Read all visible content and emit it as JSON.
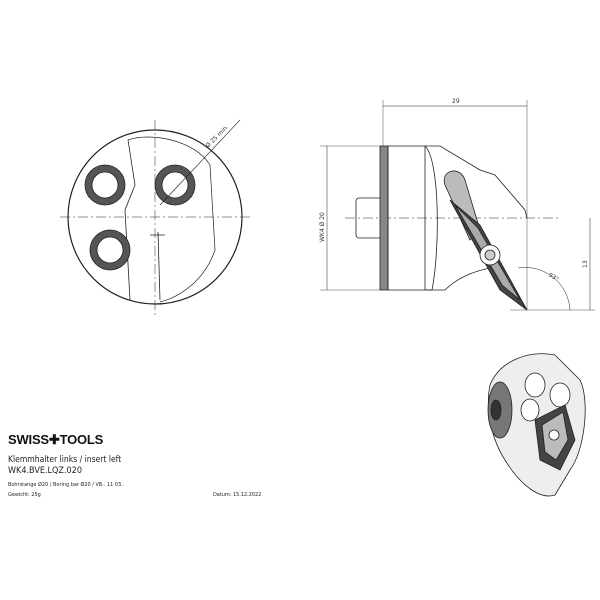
{
  "title_block": {
    "logo": "SWISS✚TOOLS",
    "title": "Klemmhalter links / insert left",
    "part_number": "WK4.BVE.LQZ.020",
    "description": "Bohrstange Ø20 / Boring bar Ø20 / VB.. 11 03..",
    "weight": "Gewicht: 25g",
    "date": "Datum: 15.12.2022"
  },
  "dimensions": {
    "front_diameter": "Ø 25 min.",
    "length": "29",
    "shank": "WK4  Ø 20",
    "height": "13",
    "angle": "93°"
  }
}
